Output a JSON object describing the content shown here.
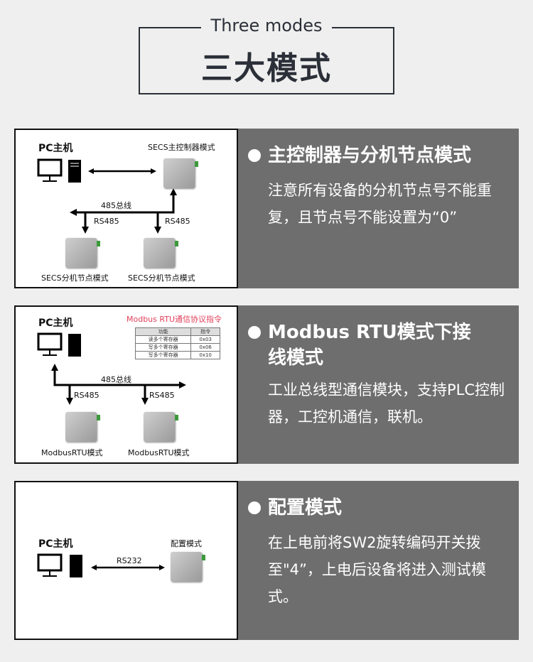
{
  "header": {
    "subtitle": "Three modes",
    "title": "三大模式"
  },
  "panels": [
    {
      "heading": "主控制器与分机节点模式",
      "body": "注意所有设备的分机节点号不能重复，且节点号不能设置为“0”",
      "diagram": {
        "pc_label": "PC主机",
        "master_label": "SECS主控制器模式",
        "bus_label": "485总线",
        "rs_left": "RS485",
        "rs_right": "RS485",
        "node_left": "SECS分机节点模式",
        "node_right": "SECS分机节点模式"
      }
    },
    {
      "heading": "Modbus RTU模式下接线模式",
      "body": "工业总线型通信模块，支持PLC控制器，工控机通信，联机。",
      "diagram": {
        "pc_label": "PC主机",
        "cmd_title": "Modbus RTU通信协议指令",
        "table_headers": [
          "功能",
          "指令"
        ],
        "table_rows": [
          [
            "读多个寄存器",
            "0x03"
          ],
          [
            "写多个寄存器",
            "0x06"
          ],
          [
            "写多个寄存器",
            "0x10"
          ]
        ],
        "bus_label": "485总线",
        "rs_left": "RS485",
        "rs_right": "RS485",
        "node_left": "ModbusRTU模式",
        "node_right": "ModbusRTU模式"
      }
    },
    {
      "heading": "配置模式",
      "body": "在上电前将SW2旋转编码开关拨至\"4”，上电后设备将进入测试模式。",
      "diagram": {
        "pc_label": "PC主机",
        "link_label": "RS232",
        "device_label": "配置模式"
      }
    }
  ]
}
